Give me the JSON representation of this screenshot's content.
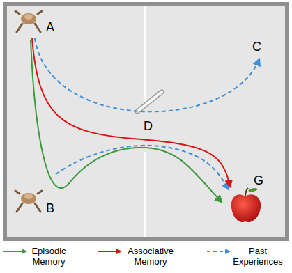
{
  "diagram": {
    "labels": [
      "A",
      "C",
      "D",
      "B",
      "G"
    ],
    "legend": [
      {
        "text": "Episodic Memory"
      },
      {
        "text": "Associative Memory"
      },
      {
        "text": "Past Experiences"
      }
    ]
  }
}
